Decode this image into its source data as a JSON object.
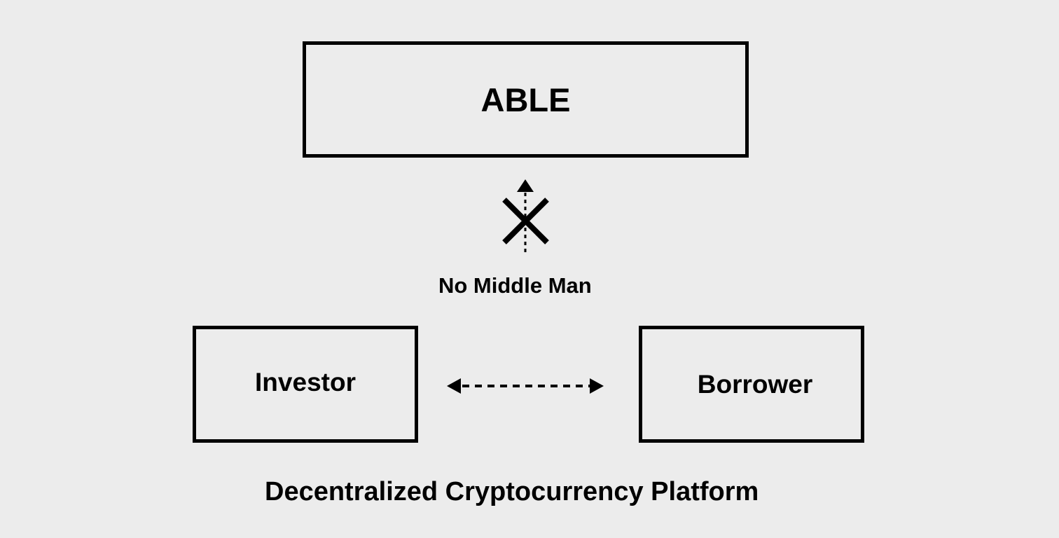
{
  "diagram": {
    "top_box": {
      "label": "ABLE"
    },
    "middle": {
      "label": "No Middle Man",
      "blocked_icon": "cross-icon",
      "arrow_icon": "dotted-arrow-up-icon"
    },
    "left_box": {
      "label": "Investor"
    },
    "right_box": {
      "label": "Borrower"
    },
    "connector_icon": "dotted-double-arrow-icon",
    "footer": {
      "label": "Decentralized Cryptocurrency Platform"
    }
  },
  "colors": {
    "background": "#ececec",
    "ink": "#000000"
  }
}
